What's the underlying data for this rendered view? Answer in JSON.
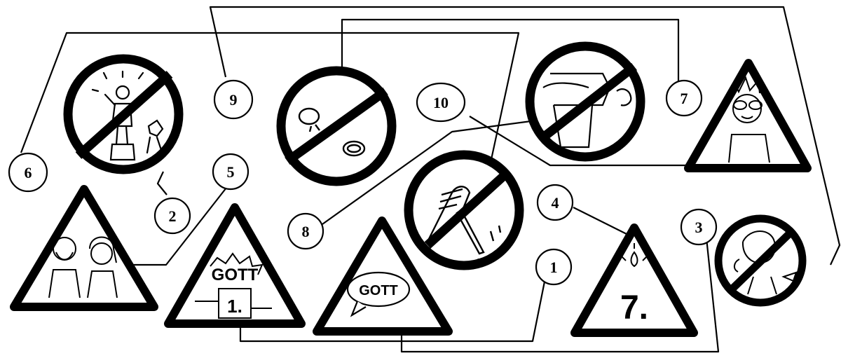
{
  "badges": [
    {
      "id": "badge-1",
      "label": "1"
    },
    {
      "id": "badge-2",
      "label": "2"
    },
    {
      "id": "badge-3",
      "label": "3"
    },
    {
      "id": "badge-4",
      "label": "4"
    },
    {
      "id": "badge-5",
      "label": "5"
    },
    {
      "id": "badge-6",
      "label": "6"
    },
    {
      "id": "badge-7",
      "label": "7"
    },
    {
      "id": "badge-8",
      "label": "8"
    },
    {
      "id": "badge-9",
      "label": "9"
    },
    {
      "id": "badge-10",
      "label": "10"
    }
  ],
  "signs": {
    "gott_number_one": {
      "word": "GOTT",
      "number": "1."
    },
    "speech_bubble": {
      "word": "GOTT"
    },
    "seventh_day": {
      "number": "7."
    }
  },
  "colors": {
    "ink": "#000000",
    "paper": "#ffffff"
  }
}
